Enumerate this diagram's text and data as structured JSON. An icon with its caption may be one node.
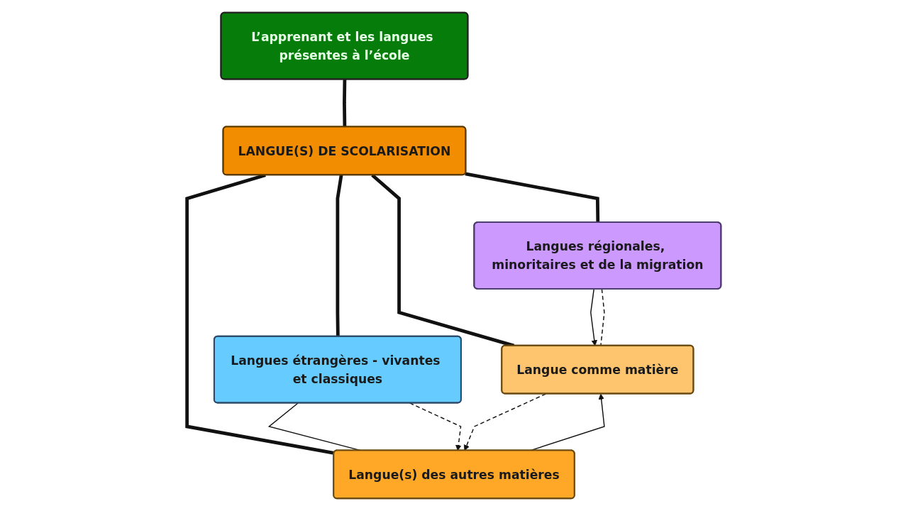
{
  "diagram": {
    "nodes": [
      {
        "text": [
          "L’apprenant et les langues présentes à l’école"
        ]
      },
      {
        "text": [
          "LANGUE(S) DE SCOLARISATION"
        ]
      },
      {
        "text": [
          "Langues régionales, minoritaires et de la migration"
        ]
      },
      {
        "text": [
          "Langues étrangères - vivantes et classiques"
        ]
      },
      {
        "text": [
          "Langue comme matière"
        ]
      },
      {
        "text": [
          "Langue(s) des autres matières"
        ]
      }
    ],
    "edges": [
      {
        "from": 0,
        "to": 1,
        "arrow": "none",
        "style": "thick"
      },
      {
        "from": 1,
        "to": 2,
        "arrow": "none",
        "style": "thick"
      },
      {
        "from": 1,
        "to": 3,
        "arrow": "none",
        "style": "thick"
      },
      {
        "from": 1,
        "to": 4,
        "arrow": "none",
        "style": "thick"
      },
      {
        "from": 1,
        "to": 5,
        "arrow": "none",
        "style": "thick"
      },
      {
        "from": 2,
        "to": 4,
        "arrow": "to"
      },
      {
        "from": 2,
        "to": 4,
        "arrow": "none",
        "style": "dashed"
      },
      {
        "from": 3,
        "to": 5,
        "arrow": "none"
      },
      {
        "from": 3,
        "to": 5,
        "arrow": "to",
        "style": "dashed"
      },
      {
        "from": 4,
        "to": 5,
        "arrow": "to",
        "style": "dashed"
      },
      {
        "from": 5,
        "to": 4,
        "arrow": "to"
      }
    ]
  }
}
